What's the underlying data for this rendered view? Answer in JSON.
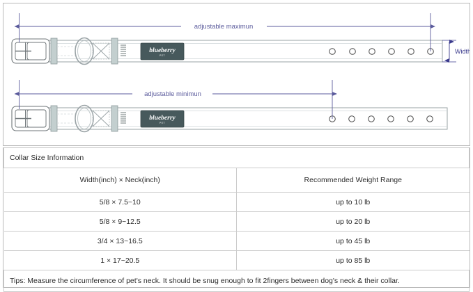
{
  "diagram": {
    "max_label": "adjustable maximun",
    "min_label": "adjustable minimun",
    "width_label": "Width",
    "brand": {
      "name": "blueberry",
      "sub": "PET",
      "patch_color": "#47595c"
    },
    "colors": {
      "dimension_line": "#5b5b9c",
      "strap_outline": "#9aa3a6",
      "hardware_fill": "#c3cfcf",
      "panel_border": "#b9b9b9"
    },
    "upper_strap": {
      "hole_count": 6,
      "marker_hole_index": 6
    },
    "lower_strap": {
      "hole_count": 6,
      "marker_hole_index": 1
    }
  },
  "table": {
    "title": "Collar Size Information",
    "headers": [
      "Width(inch)  ×  Neck(inch)",
      "Recommended Weight Range"
    ],
    "rows": [
      [
        "5/8 × 7.5~10",
        "up to 10 lb"
      ],
      [
        "5/8 × 9~12.5",
        "up to 20 lb"
      ],
      [
        "3/4 × 13~16.5",
        "up to 45 lb"
      ],
      [
        "1 × 17~20.5",
        "up to 85 lb"
      ]
    ],
    "tips": "Tips: Measure the circumference of pet's neck. It should be snug enough to fit 2fingers between dog's neck & their collar."
  }
}
